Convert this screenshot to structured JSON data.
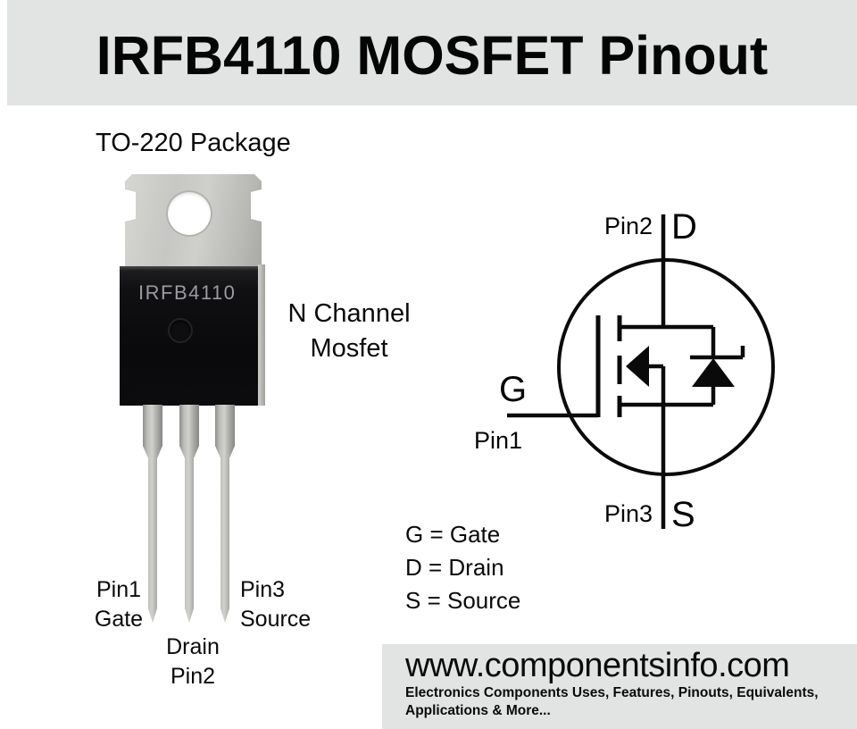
{
  "title": "IRFB4110 MOSFET Pinout",
  "package": {
    "label": "TO-220 Package",
    "part_marking": "IRFB4110",
    "type_line1": "N Channel",
    "type_line2": "Mosfet",
    "pins": [
      {
        "number": "Pin1",
        "name": "Gate"
      },
      {
        "number": "Pin2",
        "name": "Drain"
      },
      {
        "number": "Pin3",
        "name": "Source"
      }
    ]
  },
  "symbol": {
    "top_pin": "Pin2",
    "top_terminal": "D",
    "left_terminal": "G",
    "left_pin": "Pin1",
    "bottom_pin": "Pin3",
    "bottom_terminal": "S"
  },
  "legend": [
    "G = Gate",
    "D = Drain",
    "S = Source"
  ],
  "footer": {
    "website": "www.componentsinfo.com",
    "tagline_line1": "Electronics Components Uses, Features, Pinouts, Equivalents,",
    "tagline_line2": "Applications & More..."
  },
  "colors": {
    "banner_gray": "#e2e4e3",
    "text_black": "#0a0a0a",
    "package_silver": "#c6c7c3",
    "package_body_black": "#0c0c0e",
    "marking_gray": "#9a9b9f"
  }
}
